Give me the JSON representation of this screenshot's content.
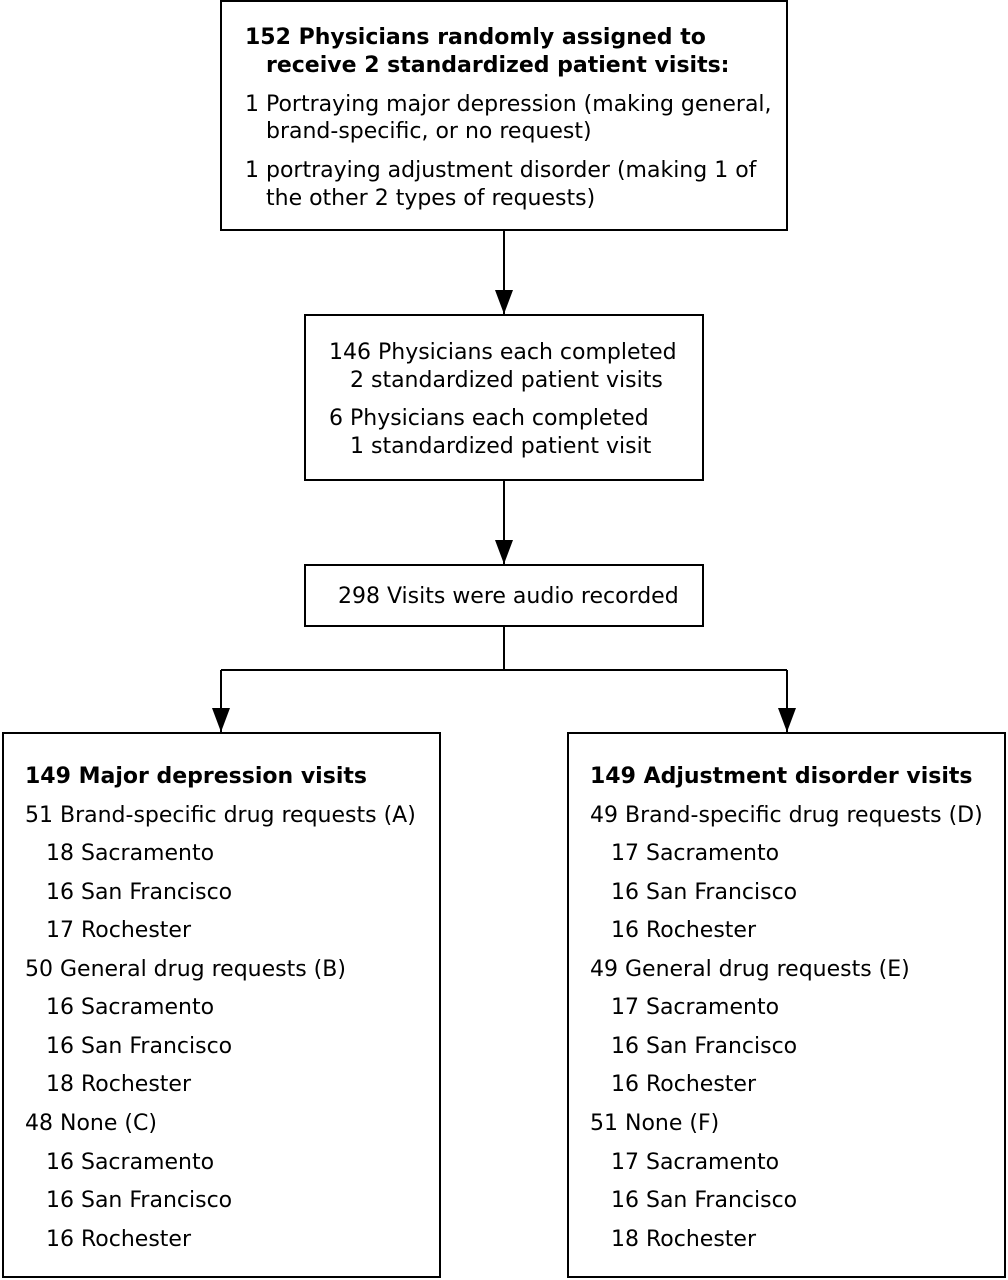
{
  "box_top": {
    "title_line1": "152 Physicians randomly assigned to",
    "title_line2": "receive 2 standardized patient visits:",
    "item1_line1": "1 Portraying major depression (making general,",
    "item1_line2": "brand-specific, or no request)",
    "item2_line1": "1 portraying adjustment disorder (making 1 of",
    "item2_line2": "the other 2 types of requests)"
  },
  "box_completed": {
    "line1": "146 Physicians each completed",
    "line2": "2 standardized patient visits",
    "line3": "6 Physicians each completed",
    "line4": "1 standardized patient visit"
  },
  "box_recorded": {
    "text": "298 Visits were audio recorded"
  },
  "box_left": {
    "title": "149 Major depression visits",
    "groups": [
      {
        "label": "51 Brand-specific drug requests (A)",
        "sites": [
          "18 Sacramento",
          "16 San Francisco",
          "17 Rochester"
        ]
      },
      {
        "label": "50 General drug requests (B)",
        "sites": [
          "16 Sacramento",
          "16 San Francisco",
          "18 Rochester"
        ]
      },
      {
        "label": "48 None (C)",
        "sites": [
          "16 Sacramento",
          "16 San Francisco",
          "16 Rochester"
        ]
      }
    ]
  },
  "box_right": {
    "title": "149 Adjustment disorder visits",
    "groups": [
      {
        "label": "49 Brand-specific drug requests (D)",
        "sites": [
          "17 Sacramento",
          "16 San Francisco",
          "16 Rochester"
        ]
      },
      {
        "label": "49 General drug requests (E)",
        "sites": [
          "17 Sacramento",
          "16 San Francisco",
          "16 Rochester"
        ]
      },
      {
        "label": "51 None (F)",
        "sites": [
          "17 Sacramento",
          "16 San Francisco",
          "18 Rochester"
        ]
      }
    ]
  }
}
